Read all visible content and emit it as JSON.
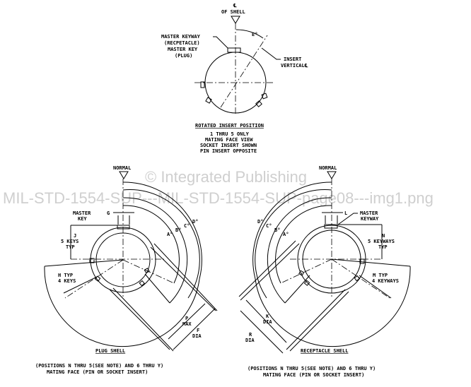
{
  "watermark": {
    "line1": "© Integrated Publishing",
    "line2": "MIL-STD-1554-SUP---MIL-STD-1554-SUP-page08---img1.png"
  },
  "top": {
    "cl_symbol": "℄",
    "of_shell": "OF SHELL",
    "angle": "E°",
    "keyway_label": [
      "MASTER KEYWAY",
      "(RECPETACLE)",
      "MASTER KEY",
      "(PLUG)"
    ],
    "insert_label": [
      "INSERT",
      "VERTICAL℄"
    ],
    "title": "ROTATED INSERT POSITION",
    "notes": [
      "1 THRU 5 ONLY",
      "MATING FACE VIEW",
      "SOCKET INSERT SHOWN",
      "PIN INSERT OPPOSITE"
    ]
  },
  "plug": {
    "normal": "NORMAL",
    "master": [
      "MASTER",
      "KEY"
    ],
    "g": "G",
    "j": [
      "J",
      "5 KEYS",
      "TYP"
    ],
    "h": [
      "H TYP",
      "4 KEYS"
    ],
    "arcs": [
      "A°",
      "B°",
      "C°",
      "D°"
    ],
    "p": [
      "P",
      "MAX"
    ],
    "f": [
      "F",
      "DIA"
    ],
    "title": "PLUG SHELL",
    "notes": [
      "(POSITIONS N THRU 5(SEE NOTE) AND 6 THRU Y)",
      "MATING FACE (PIN OR SOCKET INSERT)"
    ]
  },
  "receptacle": {
    "normal": "NORMAL",
    "master": [
      "MASTER",
      "KEYWAY"
    ],
    "l": "L",
    "n": [
      "N",
      "5 KEYWAYS",
      "TYP"
    ],
    "m": [
      "M TYP",
      "4 KEYWAYS"
    ],
    "arcs": [
      "D°",
      "C°",
      "B°",
      "A°"
    ],
    "k": [
      "K",
      "DIA"
    ],
    "r": [
      "R",
      "DIA"
    ],
    "title": "RECEPTACLE SHELL",
    "notes": [
      "(POSITIONS N THRU 5(SEE NOTE) AND 6 THRU Y)",
      "MATING FACE (PIN OR SOCKET INSERT)"
    ]
  }
}
